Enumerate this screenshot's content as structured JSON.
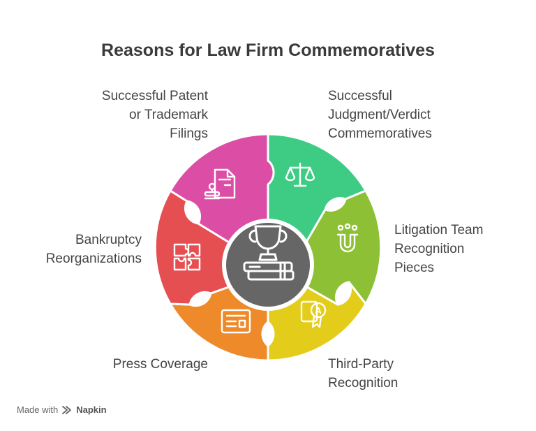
{
  "title": "Reasons for Law Firm Commemoratives",
  "segments": [
    {
      "lines": [
        "Successful",
        "Judgment/Verdict",
        "Commemoratives"
      ],
      "color": "#3ecc84",
      "icon": "scales-icon"
    },
    {
      "lines": [
        "Litigation Team",
        "Recognition",
        "Pieces"
      ],
      "color": "#8ec035",
      "icon": "team-magnet-icon"
    },
    {
      "lines": [
        "Third-Party",
        "Recognition"
      ],
      "color": "#e4cc1a",
      "icon": "award-certificate-icon"
    },
    {
      "lines": [
        "Press Coverage"
      ],
      "color": "#ee8a2a",
      "icon": "newspaper-icon"
    },
    {
      "lines": [
        "Bankruptcy",
        "Reorganizations"
      ],
      "color": "#e64f52",
      "icon": "puzzle-pieces-icon"
    },
    {
      "lines": [
        "Successful Patent",
        "or Trademark",
        "Filings"
      ],
      "color": "#dc4ea6",
      "icon": "stamped-document-icon"
    }
  ],
  "center": {
    "color": "#666666",
    "icon": "trophy-on-books-icon"
  },
  "footer": {
    "made_with": "Made with",
    "brand": "Napkin"
  }
}
